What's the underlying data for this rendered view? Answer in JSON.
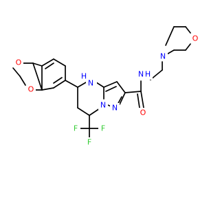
{
  "structure": {
    "atoms": [
      {
        "id": "O1",
        "label": "O",
        "color": "#ff0000"
      },
      {
        "id": "O2",
        "label": "O",
        "color": "#ff0000"
      },
      {
        "id": "NH",
        "label": "N",
        "sublabel": "H",
        "color": "#0000ff"
      },
      {
        "id": "N2",
        "label": "N",
        "color": "#0000ff"
      },
      {
        "id": "N3",
        "label": "N",
        "color": "#0000ff"
      },
      {
        "id": "NAmide",
        "label": "N",
        "sublabel": "H",
        "color": "#0000ff"
      },
      {
        "id": "OAmide",
        "label": "O",
        "color": "#ff0000"
      },
      {
        "id": "NMorph",
        "label": "N",
        "color": "#0000ff"
      },
      {
        "id": "OMorph",
        "label": "O",
        "color": "#ff0000"
      },
      {
        "id": "F1",
        "label": "F",
        "color": "#33cc33"
      },
      {
        "id": "F2",
        "label": "F",
        "color": "#33cc33"
      },
      {
        "id": "F3",
        "label": "F",
        "color": "#33cc33"
      }
    ]
  }
}
